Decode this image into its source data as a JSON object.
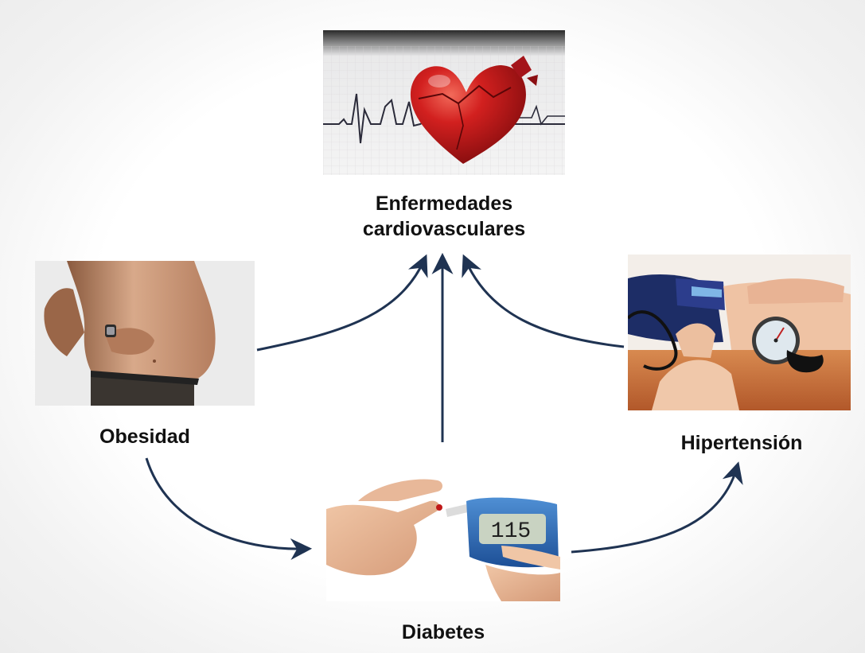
{
  "nodes": {
    "cardio": {
      "label_line1": "Enfermedades",
      "label_line2": "cardiovasculares",
      "picture": "broken-heart-ecg"
    },
    "obesity": {
      "label": "Obesidad",
      "picture": "obese-belly"
    },
    "hypertension": {
      "label": "Hipertensión",
      "picture": "blood-pressure-measurement"
    },
    "diabetes": {
      "label": "Diabetes",
      "picture": "glucose-meter",
      "meter_reading": "115"
    }
  },
  "edges": [
    {
      "from": "obesity",
      "to": "cardio"
    },
    {
      "from": "diabetes",
      "to": "cardio"
    },
    {
      "from": "hypertension",
      "to": "cardio"
    },
    {
      "from": "obesity",
      "to": "diabetes"
    },
    {
      "from": "diabetes",
      "to": "hypertension"
    }
  ],
  "colors": {
    "arrow": "#1f3352",
    "label": "#111111",
    "heart": "#c0141a"
  }
}
